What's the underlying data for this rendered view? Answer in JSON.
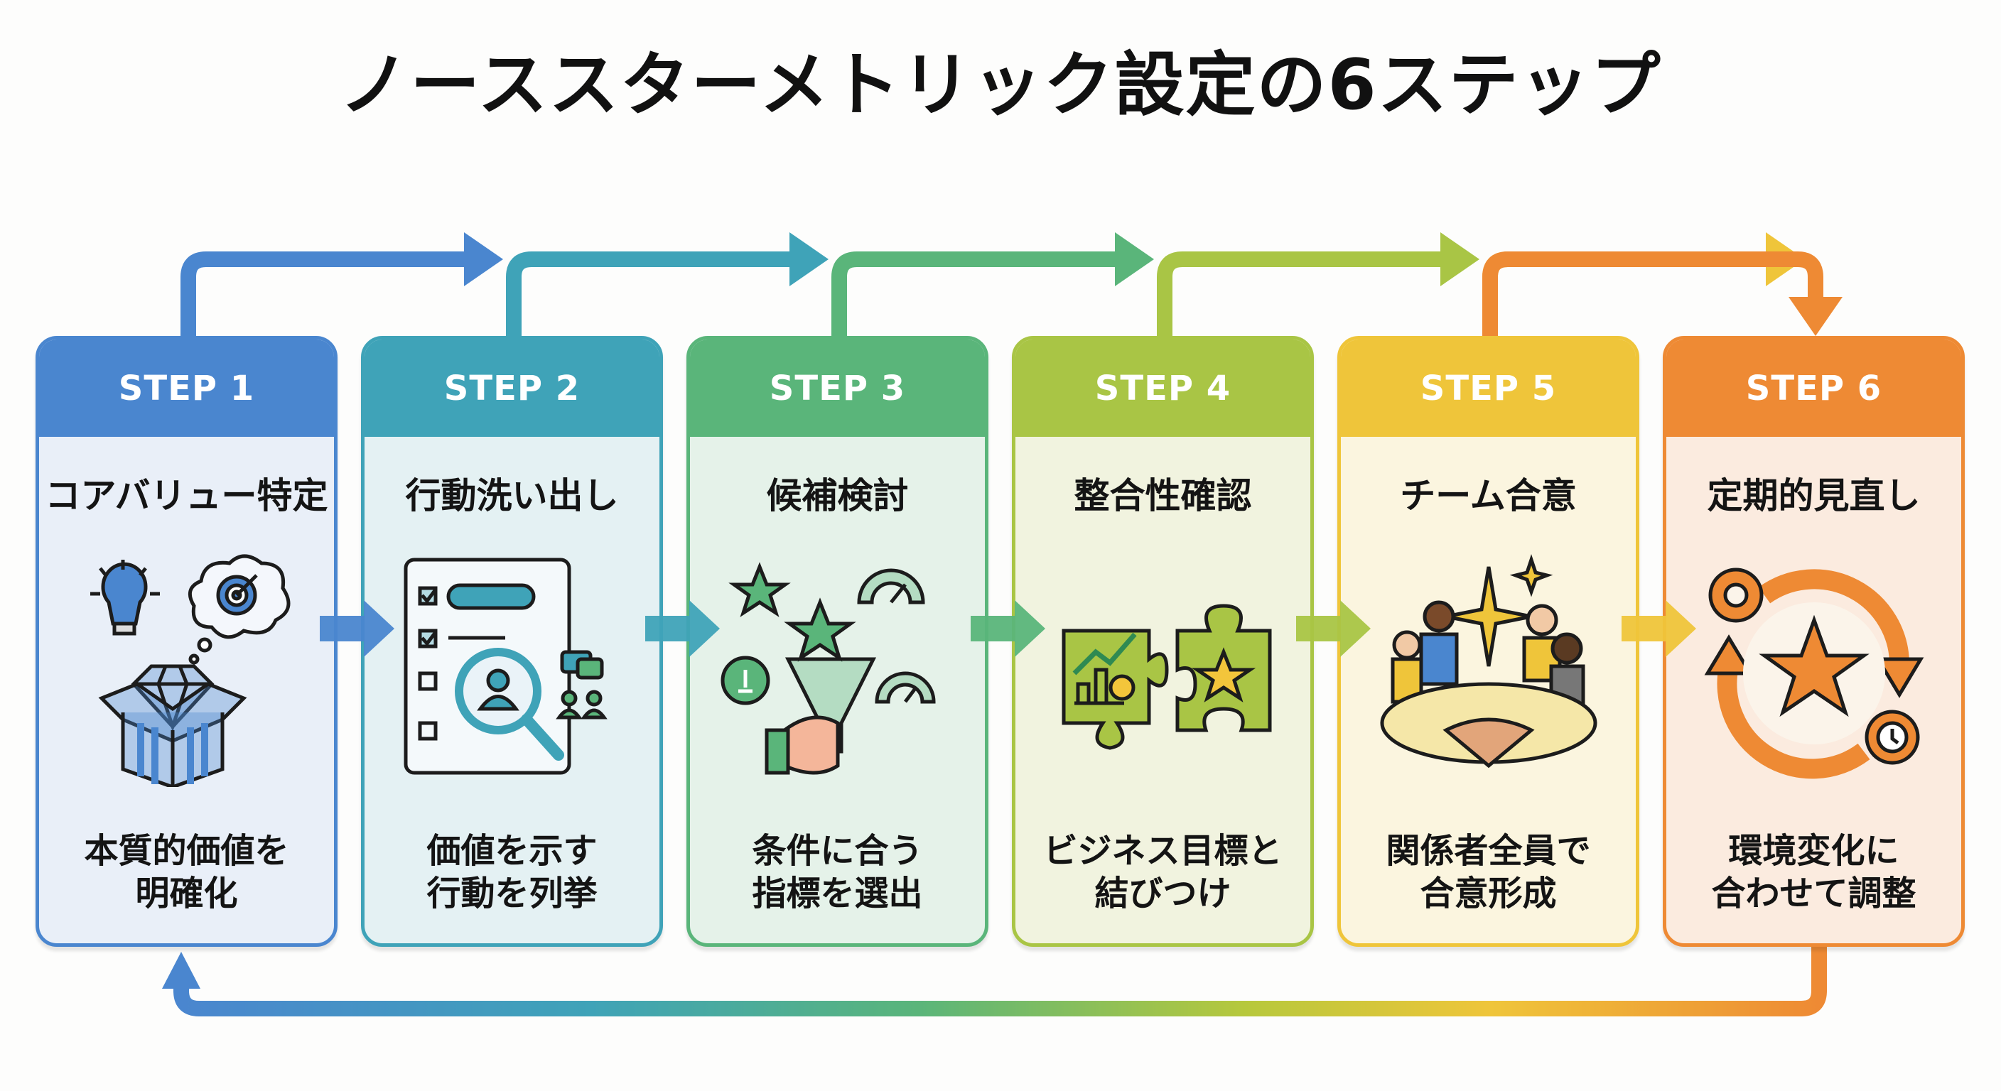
{
  "title": "ノーススターメトリック設定の6ステップ",
  "colors": {
    "step1": "#4a86cf",
    "step2": "#3fa3b8",
    "step3": "#5ab57a",
    "step4": "#a9c545",
    "step5": "#efc53a",
    "step6": "#ee8a34"
  },
  "steps": [
    {
      "label": "STEP 1",
      "title": "コアバリュー特定",
      "desc_line1": "本質的価値を",
      "desc_line2": "明確化",
      "icon": "diamond-box-idea-icon"
    },
    {
      "label": "STEP 2",
      "title": "行動洗い出し",
      "desc_line1": "価値を示す",
      "desc_line2": "行動を列挙",
      "icon": "checklist-magnifier-icon"
    },
    {
      "label": "STEP 3",
      "title": "候補検討",
      "desc_line1": "条件に合う",
      "desc_line2": "指標を選出",
      "icon": "funnel-stars-gauges-icon"
    },
    {
      "label": "STEP 4",
      "title": "整合性確認",
      "desc_line1": "ビジネス目標と",
      "desc_line2": "結びつけ",
      "icon": "puzzle-chart-star-icon"
    },
    {
      "label": "STEP 5",
      "title": "チーム合意",
      "desc_line1": "関係者全員で",
      "desc_line2": "合意形成",
      "icon": "team-meeting-handshake-icon"
    },
    {
      "label": "STEP 6",
      "title": "定期的見直し",
      "desc_line1": "環境変化に",
      "desc_line2": "合わせて調整",
      "icon": "cycle-gears-star-icon"
    }
  ]
}
